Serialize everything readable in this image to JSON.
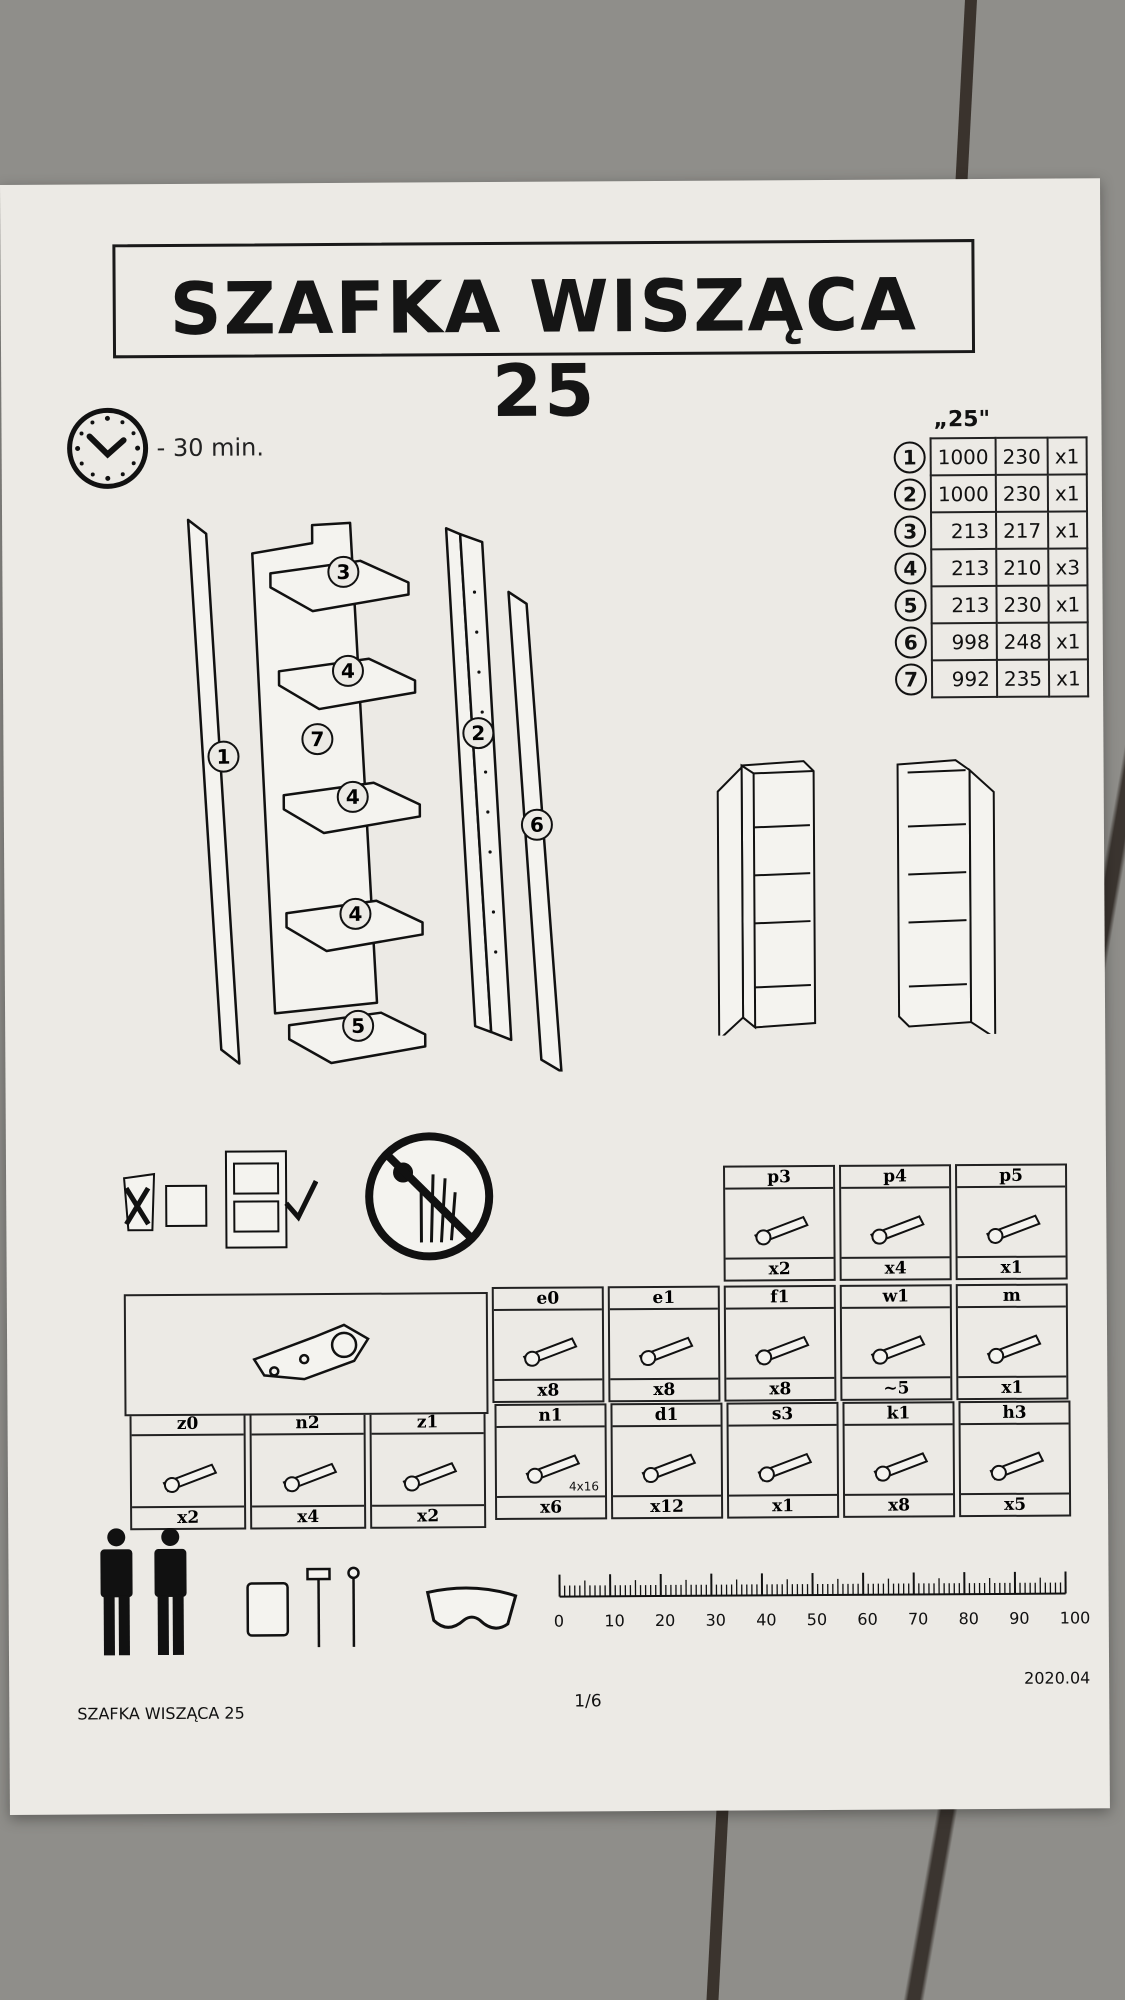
{
  "title": "SZAFKA WISZĄCA 25",
  "time": "- 30 min.",
  "parts_table": {
    "heading": "„25\"",
    "rows": [
      {
        "n": "1",
        "a": "1000",
        "b": "230",
        "q": "x1"
      },
      {
        "n": "2",
        "a": "1000",
        "b": "230",
        "q": "x1"
      },
      {
        "n": "3",
        "a": "213",
        "b": "217",
        "q": "x1"
      },
      {
        "n": "4",
        "a": "213",
        "b": "210",
        "q": "x3"
      },
      {
        "n": "5",
        "a": "213",
        "b": "230",
        "q": "x1"
      },
      {
        "n": "6",
        "a": "998",
        "b": "248",
        "q": "x1"
      },
      {
        "n": "7",
        "a": "992",
        "b": "235",
        "q": "x1"
      }
    ]
  },
  "panel_labels": {
    "p1": "1",
    "p2": "2",
    "p3": "3",
    "p4a": "4",
    "p4b": "4",
    "p4c": "4",
    "p5": "5",
    "p6": "6",
    "p7": "7"
  },
  "hardware_top": [
    {
      "id": "p3",
      "qty": "x2"
    },
    {
      "id": "p4",
      "qty": "x4"
    },
    {
      "id": "p5",
      "qty": "x1"
    }
  ],
  "hardware_mid": [
    {
      "id": "e0",
      "qty": "x8"
    },
    {
      "id": "e1",
      "qty": "x8"
    },
    {
      "id": "f1",
      "qty": "x8"
    },
    {
      "id": "w1",
      "qty": "~5"
    },
    {
      "id": "m",
      "qty": "x1"
    }
  ],
  "hardware_left": [
    {
      "id": "z0",
      "qty": "x2"
    },
    {
      "id": "n2",
      "qty": "x4"
    },
    {
      "id": "z1",
      "qty": "x2"
    }
  ],
  "hardware_bottom": [
    {
      "id": "n1",
      "qty": "x6",
      "note": "4x16"
    },
    {
      "id": "d1",
      "qty": "x12"
    },
    {
      "id": "s3",
      "qty": "x1"
    },
    {
      "id": "k1",
      "qty": "x8"
    },
    {
      "id": "h3",
      "qty": "x5"
    }
  ],
  "ruler": [
    "0",
    "10",
    "20",
    "30",
    "40",
    "50",
    "60",
    "70",
    "80",
    "90",
    "100"
  ],
  "footer": {
    "left": "SZAFKA WISZĄCA 25",
    "center": "1/6",
    "right": "2020.04"
  }
}
